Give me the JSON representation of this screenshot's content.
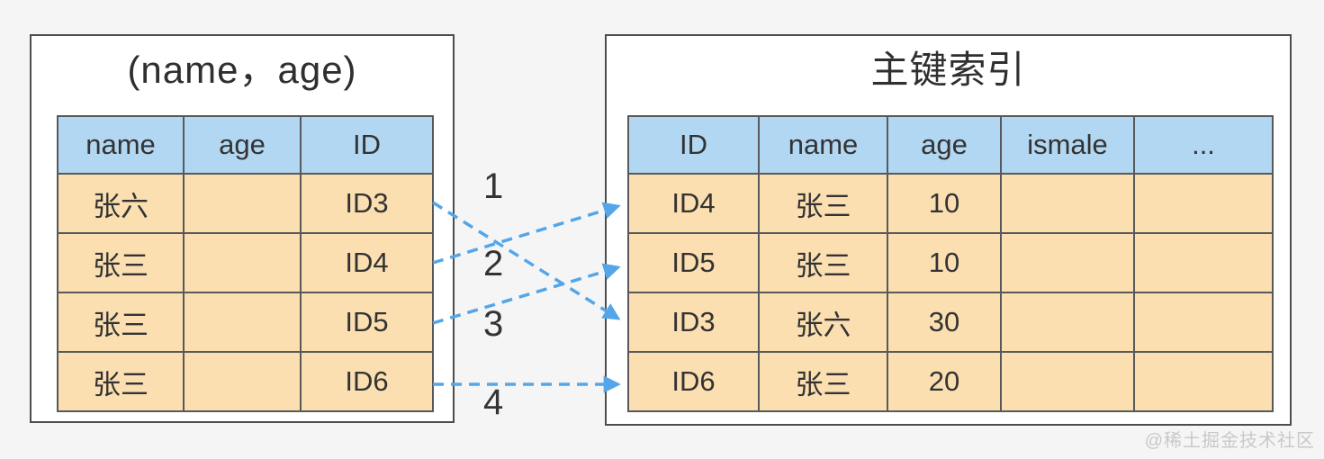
{
  "colors": {
    "background": "#f5f5f6",
    "panel_fill": "#ffffff",
    "panel_border": "#4d4d4d",
    "table_header_fill": "#b2d7f2",
    "table_row_fill": "#fbdfb1",
    "cell_border": "#58595b",
    "arrow_blue": "#54a6e9",
    "text": "#333333",
    "watermark_gray": "#c9c9c9"
  },
  "left_panel": {
    "title": "(name，age)",
    "table": {
      "headers": [
        "name",
        "age",
        "ID"
      ],
      "rows": [
        [
          "张六",
          "",
          "ID3"
        ],
        [
          "张三",
          "",
          "ID4"
        ],
        [
          "张三",
          "",
          "ID5"
        ],
        [
          "张三",
          "",
          "ID6"
        ]
      ]
    }
  },
  "right_panel": {
    "title": "主键索引",
    "table": {
      "headers": [
        "ID",
        "name",
        "age",
        "ismale",
        "..."
      ],
      "rows": [
        [
          "ID4",
          "张三",
          "10",
          "",
          ""
        ],
        [
          "ID5",
          "张三",
          "10",
          "",
          ""
        ],
        [
          "ID3",
          "张六",
          "30",
          "",
          ""
        ],
        [
          "ID6",
          "张三",
          "20",
          "",
          ""
        ]
      ]
    }
  },
  "arrows": [
    {
      "step": "1",
      "from_id": "ID3",
      "to_id": "ID3"
    },
    {
      "step": "2",
      "from_id": "ID4",
      "to_id": "ID4"
    },
    {
      "step": "3",
      "from_id": "ID5",
      "to_id": "ID5"
    },
    {
      "step": "4",
      "from_id": "ID6",
      "to_id": "ID6"
    }
  ],
  "watermark": "@稀土掘金技术社区"
}
